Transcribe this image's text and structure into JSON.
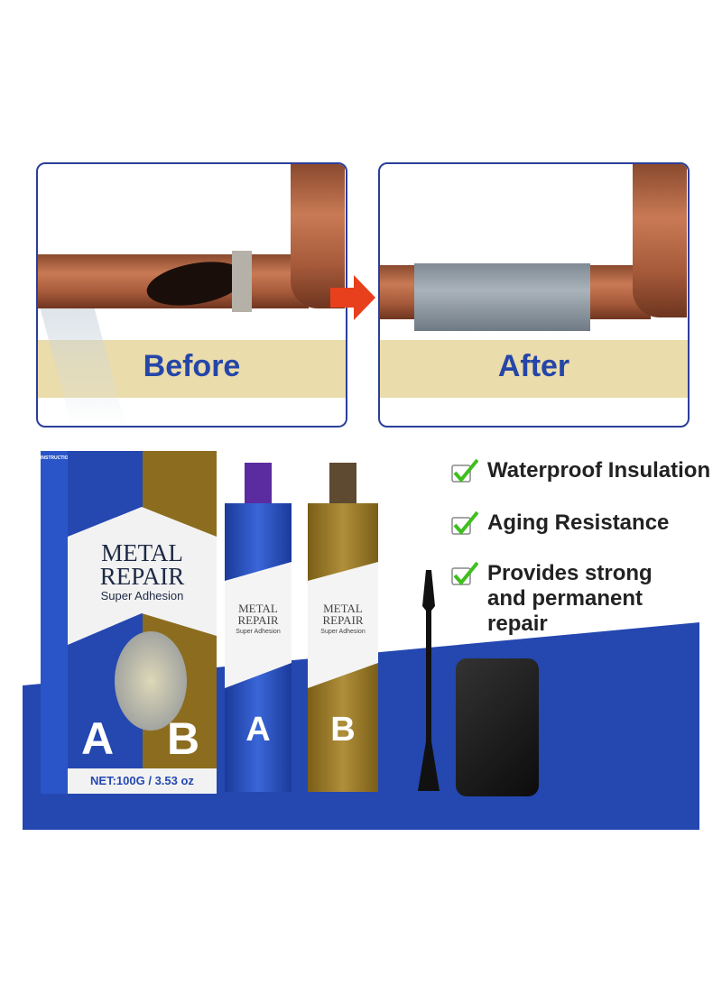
{
  "before_panel": {
    "label": "Before"
  },
  "after_panel": {
    "label": "After"
  },
  "product_box": {
    "title_line1": "METAL",
    "title_line2": "REPAIR",
    "subtitle": "Super Adhesion",
    "part_a": "A",
    "part_b": "B",
    "net": "NET:100G / 3.53 oz",
    "side_label": "INSTRUCTIONS"
  },
  "tube_a": {
    "title_line1": "METAL",
    "title_line2": "REPAIR",
    "subtitle": "Super Adhesion",
    "letter": "A"
  },
  "tube_b": {
    "title_line1": "METAL",
    "title_line2": "REPAIR",
    "subtitle": "Super Adhesion",
    "letter": "B"
  },
  "features": [
    {
      "icon": "check-icon",
      "text": "Waterproof Insulation"
    },
    {
      "icon": "check-icon",
      "text": "Aging Resistance"
    },
    {
      "icon": "check-icon",
      "text": "Provides strong and permanent repair"
    }
  ],
  "colors": {
    "blue": "#2447b0",
    "gold": "#8c6d1f",
    "check": "#3fbf1f",
    "arrow": "#e8401c",
    "band": "#eadcab"
  }
}
